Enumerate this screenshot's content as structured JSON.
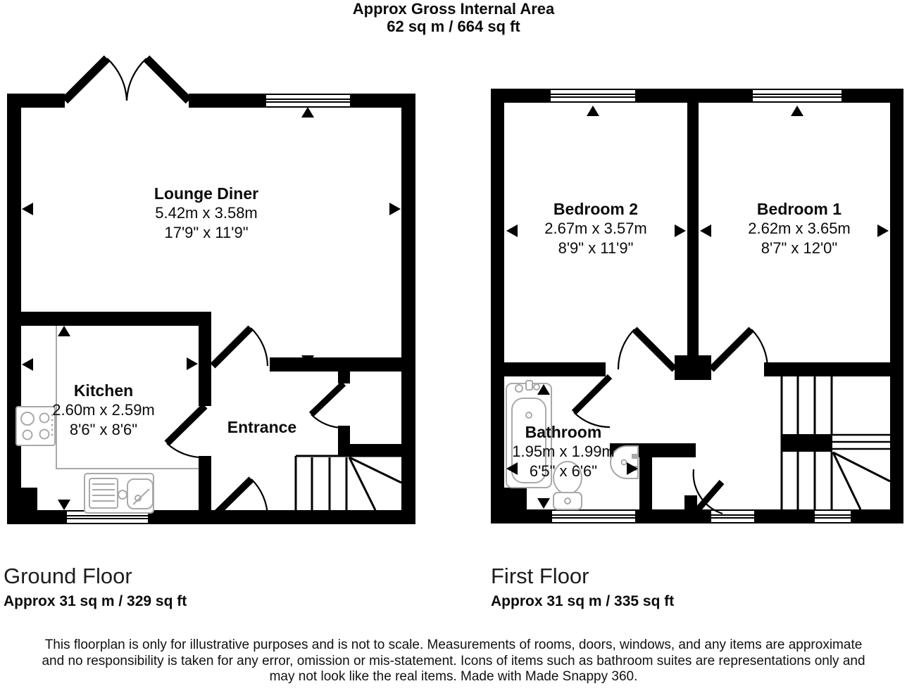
{
  "header": {
    "title": "Approx Gross Internal Area",
    "area": "62 sq m / 664 sq ft"
  },
  "ground_floor": {
    "name": "Ground Floor",
    "area": "Approx 31 sq m / 329 sq ft",
    "rooms": {
      "lounge": {
        "name": "Lounge Diner",
        "metric": "5.42m x 3.58m",
        "imperial": "17'9\" x 11'9\""
      },
      "kitchen": {
        "name": "Kitchen",
        "metric": "2.60m x 2.59m",
        "imperial": "8'6\" x 8'6\""
      },
      "entrance": {
        "name": "Entrance"
      }
    }
  },
  "first_floor": {
    "name": "First Floor",
    "area": "Approx 31 sq m / 335 sq ft",
    "rooms": {
      "bedroom2": {
        "name": "Bedroom 2",
        "metric": "2.67m x 3.57m",
        "imperial": "8'9\" x 11'9\""
      },
      "bedroom1": {
        "name": "Bedroom 1",
        "metric": "2.62m x 3.65m",
        "imperial": "8'7\" x 12'0\""
      },
      "bathroom": {
        "name": "Bathroom",
        "metric": "1.95m x 1.99m",
        "imperial": "6'5\" x 6'6\""
      }
    }
  },
  "disclaimer": "This floorplan is only for illustrative purposes and is not to scale. Measurements of rooms, doors, windows, and any items are approximate\nand no responsibility is taken for any error, omission or mis-statement. Icons of items such as bathroom suites are representations only and\nmay not look like the real items. Made with Made Snappy 360.",
  "colors": {
    "wall": "#000000",
    "fixture": "#a9a9a9",
    "text": "#0b0b0b"
  }
}
